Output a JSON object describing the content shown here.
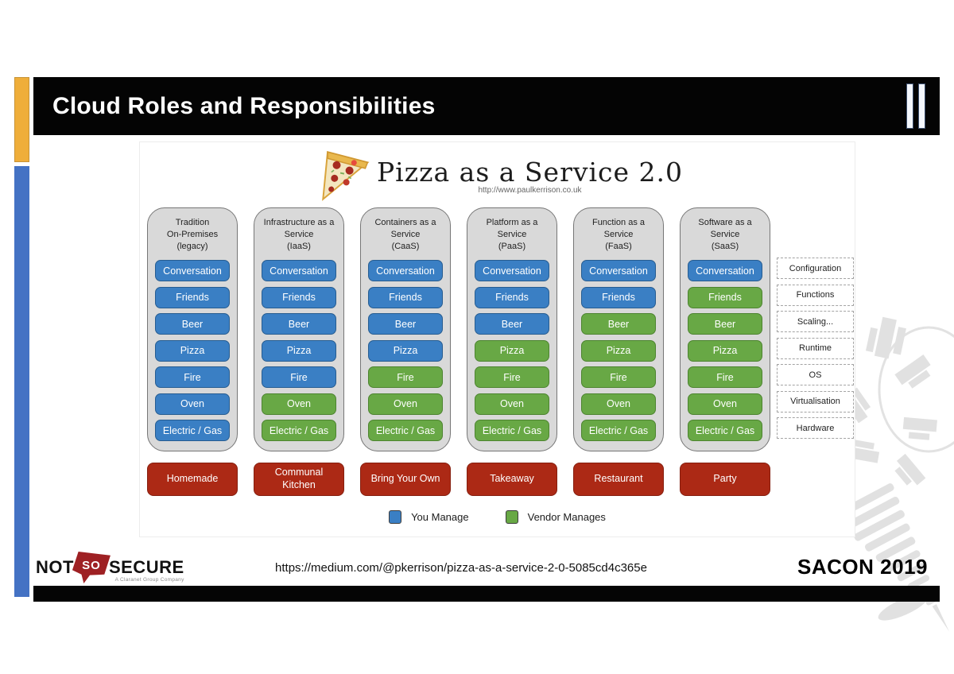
{
  "slide": {
    "title": "Cloud Roles and Responsibilities",
    "footer": {
      "logo_not": "NOT",
      "logo_so": "SO",
      "logo_secure": "SECURE",
      "logo_tagline": "A Claranet Group Company",
      "url": "https://medium.com/@pkerrison/pizza-as-a-service-2-0-5085cd4c365e",
      "conference": "SACON 2019"
    }
  },
  "diagram": {
    "title": "Pizza as a Service 2.0",
    "source_url": "http://www.paulkerrison.co.uk",
    "colors": {
      "you": "#3a7fc4",
      "vendor": "#68a845",
      "button": "#ac2915",
      "column_bg": "#d9d9d9"
    },
    "legend": [
      {
        "label": "You Manage",
        "key": "you"
      },
      {
        "label": "Vendor Manages",
        "key": "vendor"
      }
    ],
    "side_labels": [
      "Configuration",
      "Functions",
      "Scaling...",
      "Runtime",
      "OS",
      "Virtualisation",
      "Hardware"
    ],
    "columns": [
      {
        "header": "Tradition\nOn-Premises\n(legacy)",
        "button": "Homemade",
        "rows": [
          {
            "label": "Conversation",
            "manager": "you"
          },
          {
            "label": "Friends",
            "manager": "you"
          },
          {
            "label": "Beer",
            "manager": "you"
          },
          {
            "label": "Pizza",
            "manager": "you"
          },
          {
            "label": "Fire",
            "manager": "you"
          },
          {
            "label": "Oven",
            "manager": "you"
          },
          {
            "label": "Electric / Gas",
            "manager": "you"
          }
        ]
      },
      {
        "header": "Infrastructure as a\nService\n(IaaS)",
        "button": "Communal Kitchen",
        "rows": [
          {
            "label": "Conversation",
            "manager": "you"
          },
          {
            "label": "Friends",
            "manager": "you"
          },
          {
            "label": "Beer",
            "manager": "you"
          },
          {
            "label": "Pizza",
            "manager": "you"
          },
          {
            "label": "Fire",
            "manager": "you"
          },
          {
            "label": "Oven",
            "manager": "vendor"
          },
          {
            "label": "Electric / Gas",
            "manager": "vendor"
          }
        ]
      },
      {
        "header": "Containers as a\nService\n(CaaS)",
        "button": "Bring Your Own",
        "rows": [
          {
            "label": "Conversation",
            "manager": "you"
          },
          {
            "label": "Friends",
            "manager": "you"
          },
          {
            "label": "Beer",
            "manager": "you"
          },
          {
            "label": "Pizza",
            "manager": "you"
          },
          {
            "label": "Fire",
            "manager": "vendor"
          },
          {
            "label": "Oven",
            "manager": "vendor"
          },
          {
            "label": "Electric / Gas",
            "manager": "vendor"
          }
        ]
      },
      {
        "header": "Platform as a\nService\n(PaaS)",
        "button": "Takeaway",
        "rows": [
          {
            "label": "Conversation",
            "manager": "you"
          },
          {
            "label": "Friends",
            "manager": "you"
          },
          {
            "label": "Beer",
            "manager": "you"
          },
          {
            "label": "Pizza",
            "manager": "vendor"
          },
          {
            "label": "Fire",
            "manager": "vendor"
          },
          {
            "label": "Oven",
            "manager": "vendor"
          },
          {
            "label": "Electric / Gas",
            "manager": "vendor"
          }
        ]
      },
      {
        "header": "Function as a\nService\n(FaaS)",
        "button": "Restaurant",
        "rows": [
          {
            "label": "Conversation",
            "manager": "you"
          },
          {
            "label": "Friends",
            "manager": "you"
          },
          {
            "label": "Beer",
            "manager": "vendor"
          },
          {
            "label": "Pizza",
            "manager": "vendor"
          },
          {
            "label": "Fire",
            "manager": "vendor"
          },
          {
            "label": "Oven",
            "manager": "vendor"
          },
          {
            "label": "Electric / Gas",
            "manager": "vendor"
          }
        ]
      },
      {
        "header": "Software as a\nService\n(SaaS)",
        "button": "Party",
        "rows": [
          {
            "label": "Conversation",
            "manager": "you"
          },
          {
            "label": "Friends",
            "manager": "vendor"
          },
          {
            "label": "Beer",
            "manager": "vendor"
          },
          {
            "label": "Pizza",
            "manager": "vendor"
          },
          {
            "label": "Fire",
            "manager": "vendor"
          },
          {
            "label": "Oven",
            "manager": "vendor"
          },
          {
            "label": "Electric / Gas",
            "manager": "vendor"
          }
        ]
      }
    ]
  }
}
